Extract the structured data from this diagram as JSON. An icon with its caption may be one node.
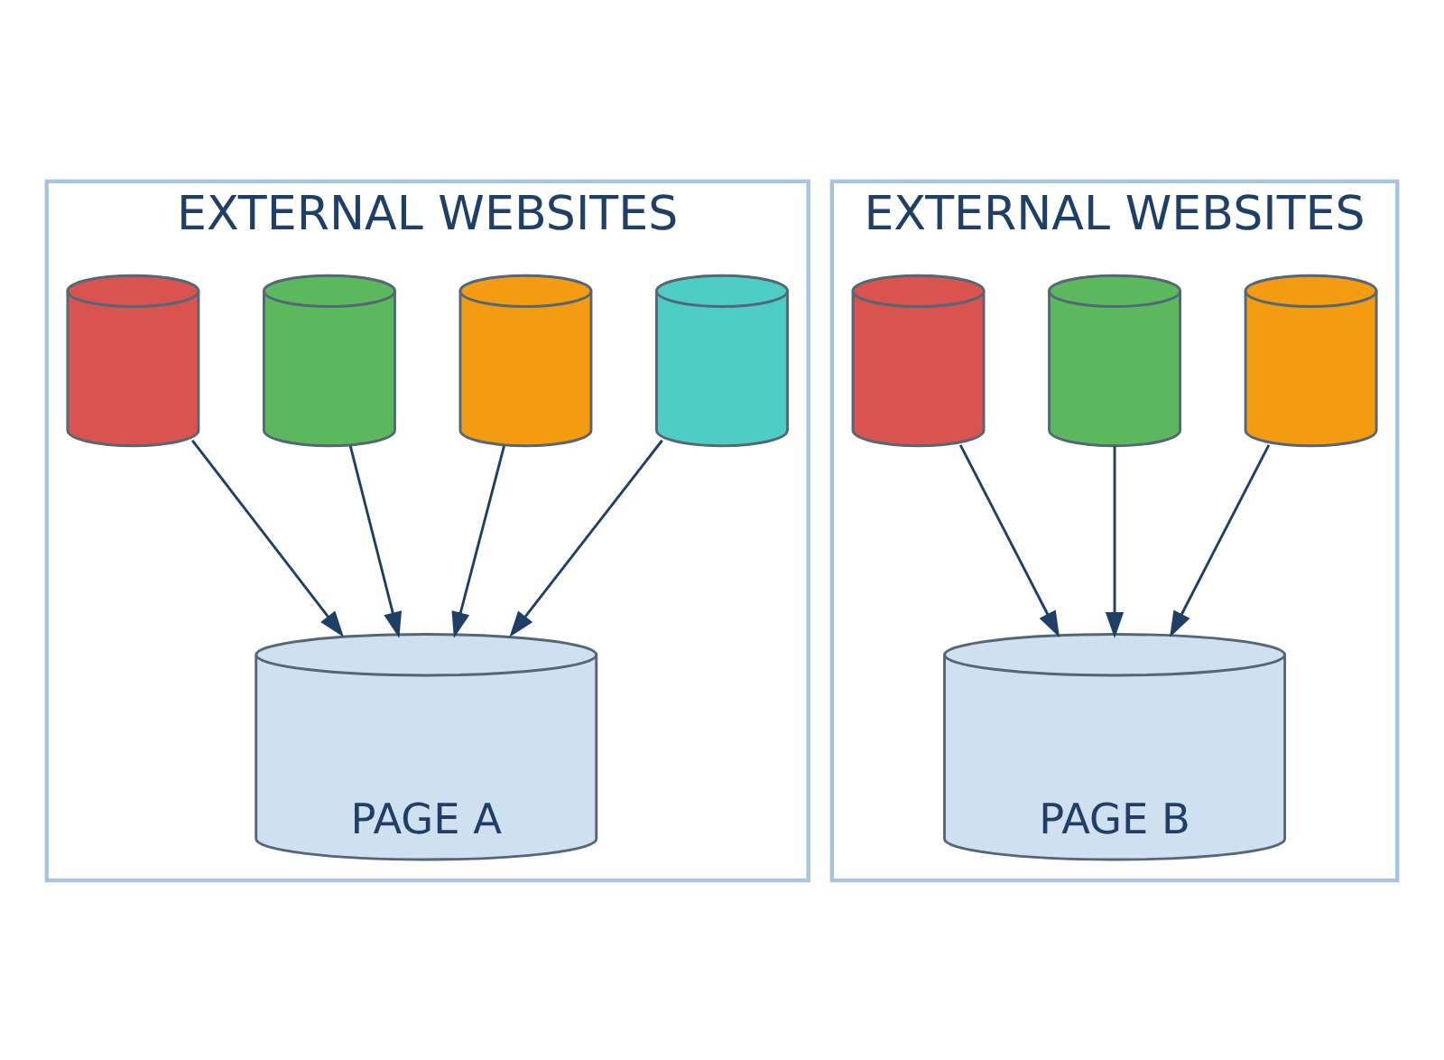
{
  "diagram": {
    "nodes": [
      {
        "text": [
          "EXTERNAL WEBSITES"
        ]
      },
      {
        "text": [],
        "shape": "cylinder",
        "in": 0
      },
      {
        "text": [],
        "shape": "cylinder",
        "in": 0
      },
      {
        "text": [],
        "shape": "cylinder",
        "in": 0
      },
      {
        "text": [],
        "shape": "cylinder",
        "in": 0
      },
      {
        "text": [
          "PAGE A"
        ],
        "in": 0
      },
      {
        "text": [
          "EXTERNAL WEBSITES"
        ]
      },
      {
        "text": [],
        "shape": "cylinder",
        "in": 6
      },
      {
        "text": [],
        "shape": "cylinder",
        "in": 6
      },
      {
        "text": [],
        "shape": "cylinder",
        "in": 6
      },
      {
        "text": [
          "PAGE B"
        ],
        "in": 6
      }
    ],
    "edges": [
      {
        "from": 1,
        "to": 5,
        "arrow": "to"
      },
      {
        "from": 2,
        "to": 5,
        "arrow": "to"
      },
      {
        "from": 3,
        "to": 5,
        "arrow": "to"
      },
      {
        "from": 4,
        "to": 5,
        "arrow": "to"
      },
      {
        "from": 7,
        "to": 10,
        "arrow": "to"
      },
      {
        "from": 8,
        "to": 10,
        "arrow": "to"
      },
      {
        "from": 9,
        "to": 10,
        "arrow": "to"
      }
    ]
  }
}
